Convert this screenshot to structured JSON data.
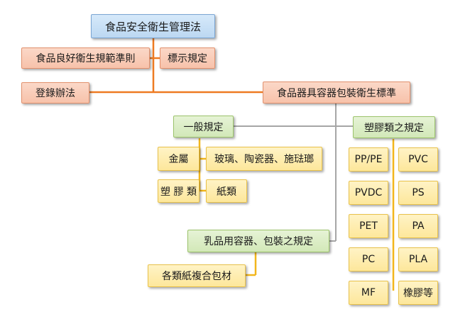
{
  "title": "食品安全衛生管理法",
  "regulations": {
    "gmp": "食品良好衛生規範準則",
    "labeling": "標示規定",
    "registration": "登錄辦法",
    "packaging_standard": "食品器具容器包裝衛生標準"
  },
  "general_rules": {
    "label": "一般規定",
    "items": [
      "金屬",
      "玻璃、陶瓷器、施琺瑯",
      "塑 膠 類",
      "紙類"
    ]
  },
  "plastic_rules": {
    "label": "塑膠類之規定",
    "items": [
      "PP/PE",
      "PVC",
      "PVDC",
      "PS",
      "PET",
      "PA",
      "PC",
      "PLA",
      "MF",
      "橡膠等"
    ]
  },
  "dairy_rules": {
    "label": "乳品用容器、包裝之規定",
    "items": [
      "各類紙複合包材"
    ]
  },
  "colors": {
    "connector_main": "#ee7b22",
    "connector_gray": "#a6a6a6",
    "connector_yellow": "#f2b61c"
  }
}
